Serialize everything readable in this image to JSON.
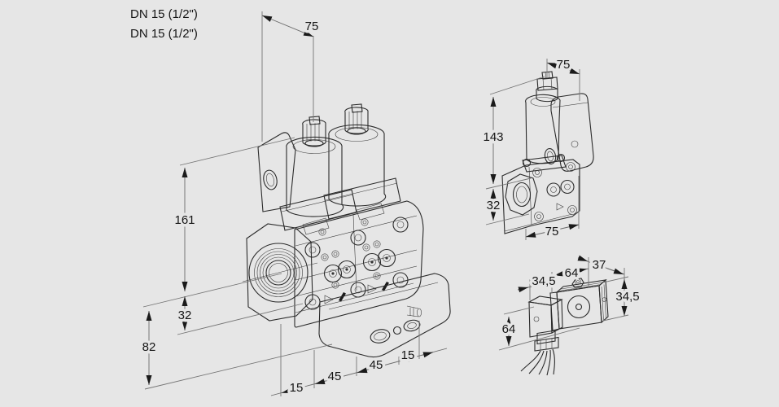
{
  "page": {
    "background": "#e6e6e6"
  },
  "colors": {
    "line": "#2b2b2b",
    "dim_line": "#6a6a6a",
    "arrow": "#1a1a1a",
    "text": "#161616",
    "fill_light": "#f7f7f7",
    "fill_mid": "#efefef",
    "fill_dark": "#9a9a9a"
  },
  "main_drawing": {
    "title": "double solenoid valve, isometric view",
    "ports": [
      "DN 15 (1/2\")",
      "DN 15 (1/2\")"
    ],
    "dims": {
      "top_width": "75",
      "height": "161",
      "port_offset": "32",
      "base_height": "82",
      "chain": [
        "15",
        "45",
        "45",
        "15"
      ]
    }
  },
  "side_drawing": {
    "title": "single valve, isometric view",
    "dims": {
      "top_width": "75",
      "height": "143",
      "port_offset": "32",
      "bottom_width": "75"
    }
  },
  "coil_drawing": {
    "title": "solenoid actuator with cable",
    "dims": {
      "top_depth": "37",
      "top_length": "64",
      "front_depth": "34,5",
      "side_height": "34,5",
      "connector_height": "64"
    }
  }
}
